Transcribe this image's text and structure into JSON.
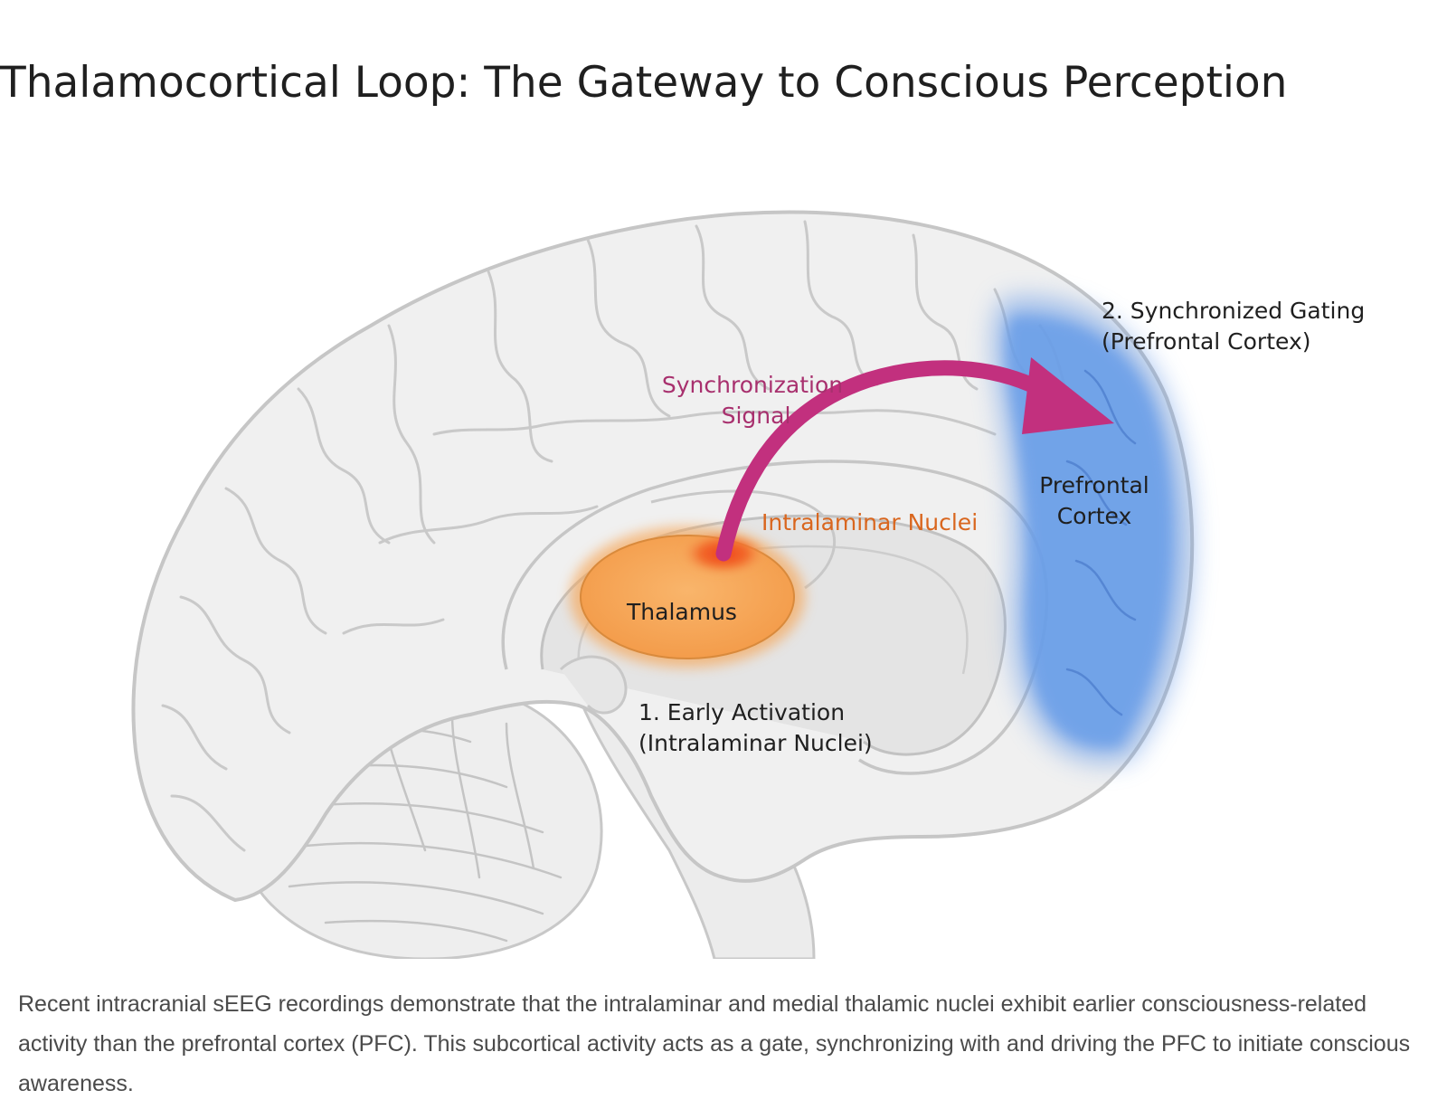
{
  "title": "Thalamocortical Loop: The Gateway to Conscious Perception",
  "labels": {
    "sync_gating_line1": "2. Synchronized Gating",
    "sync_gating_line2": "(Prefrontal Cortex)",
    "sync_signal_line1": "Synchronization",
    "sync_signal_line2": "Signal",
    "intralaminar_nuclei": "Intralaminar Nuclei",
    "prefrontal_line1": "Prefrontal",
    "prefrontal_line2": "Cortex",
    "thalamus": "Thalamus",
    "early_activation_line1": "1. Early Activation",
    "early_activation_line2": "(Intralaminar Nuclei)"
  },
  "caption": "Recent intracranial sEEG recordings demonstrate that the intralaminar and medial thalamic nuclei exhibit earlier consciousness-related activity than the prefrontal cortex (PFC). This subcortical activity acts as a gate, synchronizing with and driving the PFC to initiate conscious awareness.",
  "colors": {
    "brain_fill": "#efefef",
    "brain_outline": "#c8c8c8",
    "thalamus": "#f6a75a",
    "nuclei_hotspot": "#f26a2a",
    "prefrontal": "#5b93e6",
    "signal_arrow": "#c2307e",
    "signal_text": "#a8306e",
    "nuclei_text": "#d9661e",
    "text_dark": "#1f1f1f",
    "caption_text": "#4a4a4a"
  }
}
